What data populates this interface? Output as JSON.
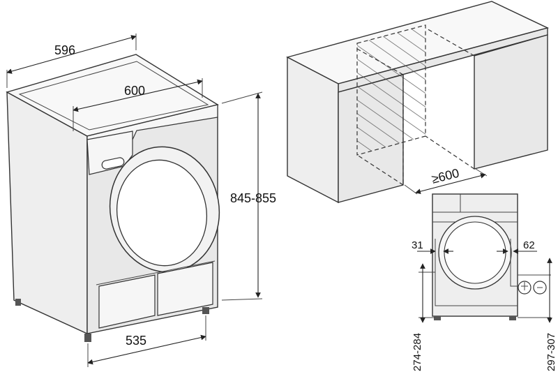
{
  "dimensions": {
    "width": "596",
    "depth": "600",
    "height": "845-855",
    "foot_spacing": "535",
    "niche_depth": "≥600",
    "left_offset": "31",
    "right_offset": "62",
    "left_height": "274-284",
    "right_height": "297-307"
  }
}
